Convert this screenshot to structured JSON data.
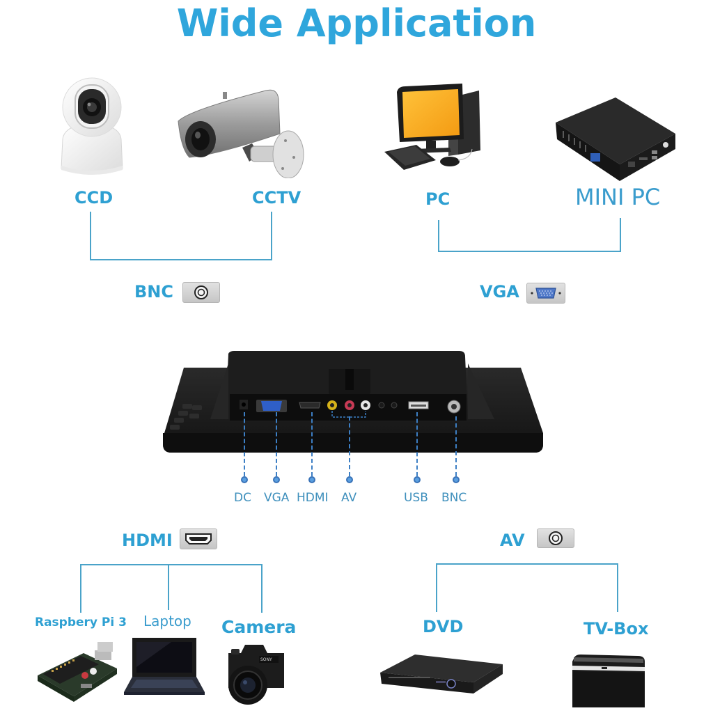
{
  "title": "Wide Application",
  "colors": {
    "accent": "#2fa6dc",
    "line": "#4aa3c9",
    "port_line": "#3d7fc4",
    "monitor_body": "#1c1c1c"
  },
  "groups": {
    "bnc": {
      "connector": "BNC",
      "connector_icon": "bnc-connector-icon",
      "devices": [
        {
          "label": "CCD",
          "icon": "dome-camera-icon"
        },
        {
          "label": "CCTV",
          "icon": "bullet-camera-icon"
        }
      ]
    },
    "vga": {
      "connector": "VGA",
      "connector_icon": "vga-connector-icon",
      "devices": [
        {
          "label": "PC",
          "icon": "desktop-pc-icon"
        },
        {
          "label": "MINI PC",
          "icon": "mini-pc-icon"
        }
      ]
    },
    "hdmi": {
      "connector": "HDMI",
      "connector_icon": "hdmi-connector-icon",
      "devices": [
        {
          "label": "Raspbery Pi 3",
          "icon": "raspberry-pi-icon"
        },
        {
          "label": "Laptop",
          "icon": "laptop-icon"
        },
        {
          "label": "Camera",
          "icon": "camera-icon"
        }
      ]
    },
    "av": {
      "connector": "AV",
      "connector_icon": "rca-connector-icon",
      "devices": [
        {
          "label": "DVD",
          "icon": "dvd-player-icon"
        },
        {
          "label": "TV-Box",
          "icon": "tv-box-icon"
        }
      ]
    }
  },
  "monitor_ports": [
    {
      "label": "DC"
    },
    {
      "label": "VGA"
    },
    {
      "label": "HDMI"
    },
    {
      "label": "AV"
    },
    {
      "label": "USB"
    },
    {
      "label": "BNC"
    }
  ]
}
